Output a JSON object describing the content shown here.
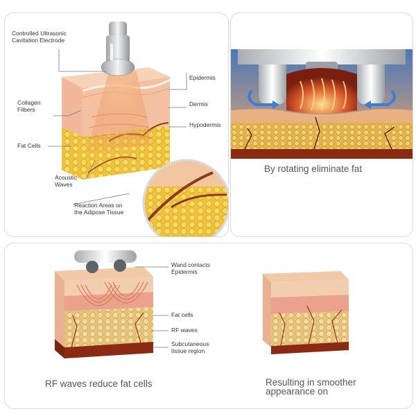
{
  "panel1": {
    "labels": {
      "electrode": "Controlled Ultrasonic\nCavitation Electrode",
      "epidermis": "Epidermis",
      "collagen": "Collagen\nFilbers",
      "dermis": "Dermis",
      "hypodermis": "Hypodermis",
      "fat_cells": "Fat Cells",
      "acoustic": "Acoustic\nWaves",
      "reaction": "Reaction Areas on\nthe Adipose Tissue"
    }
  },
  "panel2": {
    "caption": "By rotating eliminate fat"
  },
  "panel3": {
    "labels": {
      "wand": "Wand contacts\nEpidermis",
      "fat_cells": "Fat cells",
      "rf_waves": "RF waves",
      "subcutaneous": "Subcutaneous\ntissue region"
    },
    "caption_left": "RF waves reduce fat cells",
    "caption_right": "Resulting in smoother\nappearance on"
  },
  "colors": {
    "skin_top": "#f3c7a8",
    "dermis": "#f0a98a",
    "fat": "#f0c33c",
    "fat_light": "#f8dc6c",
    "deep": "#8b2a12",
    "blue_arrow": "#3a7fd6",
    "device": "#d8dadc"
  }
}
